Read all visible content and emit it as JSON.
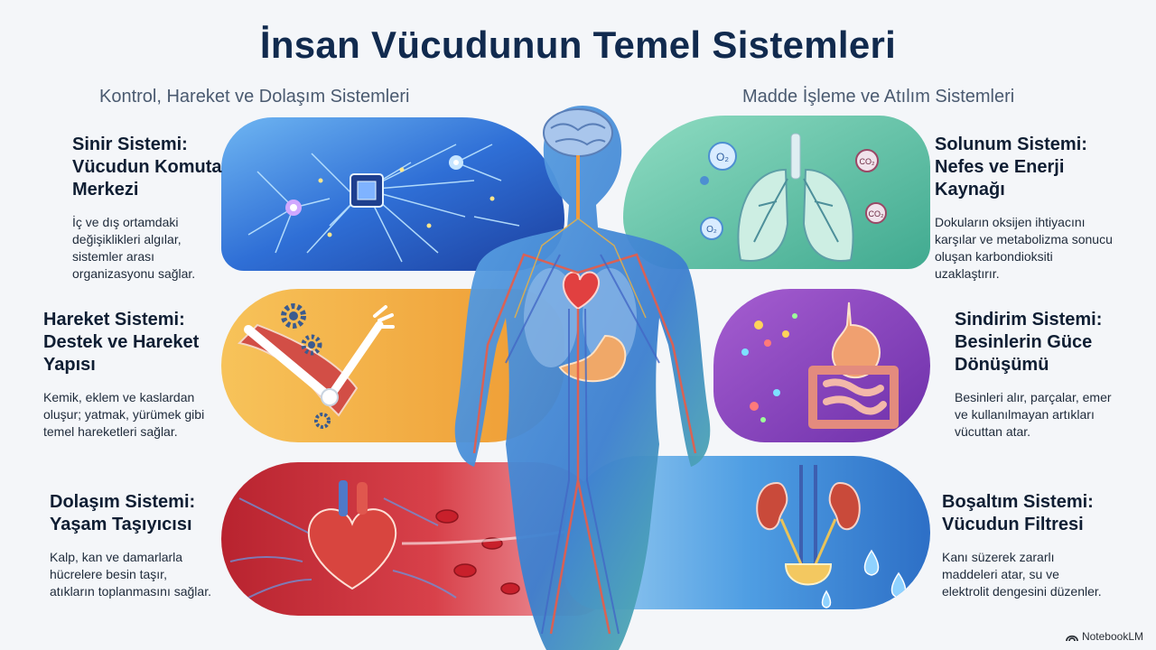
{
  "title": "İnsan Vücudunun Temel Sistemleri",
  "left_heading": "Kontrol, Hareket ve Dolaşım Sistemleri",
  "right_heading": "Madde İşleme ve Atılım Sistemleri",
  "systems": {
    "nerve": {
      "title_line1": "Sinir Sistemi:",
      "title_line2": "Vücudun Komuta",
      "title_line3": "Merkezi",
      "desc_line1": "İç ve dış ortamdaki",
      "desc_line2": "değişiklikleri algılar,",
      "desc_line3": "sistemler arası",
      "desc_line4": "organizasyonu sağlar."
    },
    "movement": {
      "title_line1": "Hareket Sistemi:",
      "title_line2": "Destek ve Hareket",
      "title_line3": "Yapısı",
      "desc_line1": "Kemik, eklem ve kaslardan",
      "desc_line2": "oluşur; yatmak, yürümek gibi",
      "desc_line3": "temel hareketleri sağlar."
    },
    "circulation": {
      "title_line1": "Dolaşım Sistemi:",
      "title_line2": "Yaşam Taşıyıcısı",
      "desc_line1": "Kalp, kan ve damarlarla",
      "desc_line2": "hücrelere besin taşır,",
      "desc_line3": "atıkların toplanmasını sağlar."
    },
    "respiration": {
      "title_line1": "Solunum Sistemi:",
      "title_line2": "Nefes ve Enerji",
      "title_line3": "Kaynağı",
      "desc_line1": "Dokuların oksijen ihtiyacını",
      "desc_line2": "karşılar ve metabolizma sonucu",
      "desc_line3": "oluşan karbondioksiti",
      "desc_line4": "uzaklaştırır."
    },
    "digestion": {
      "title_line1": "Sindirim Sistemi:",
      "title_line2": "Besinlerin Güce",
      "title_line3": "Dönüşümü",
      "desc_line1": "Besinleri alır, parçalar, emer",
      "desc_line2": "ve kullanılmayan artıkları",
      "desc_line3": "vücuttan atar."
    },
    "excretion": {
      "title_line1": "Boşaltım Sistemi:",
      "title_line2": "Vücudun Filtresi",
      "desc_line1": "Kanı süzerek zararlı",
      "desc_line2": "maddeleri atar, su ve",
      "desc_line3": "elektrolit dengesini düzenler."
    }
  },
  "molecules": {
    "o2": "O₂",
    "co2": "CO₂"
  },
  "logo_text": "NotebookLM",
  "icons": [
    "brain-icon",
    "chip-icon",
    "neuron-icon",
    "gear-icon",
    "arm-bone-icon",
    "heart-icon",
    "blood-cell-icon",
    "lungs-icon",
    "molecule-icon",
    "stomach-icon",
    "intestine-icon",
    "kidney-icon",
    "bladder-icon",
    "water-drop-icon",
    "notebooklm-logo-icon"
  ],
  "colors": {
    "nerve_panel": "#2f6fd6",
    "movement_panel": "#f0a53a",
    "circulation_panel": "#c9343f",
    "respiration_panel": "#4fc0a6",
    "digestion_panel": "#8a3fc0",
    "excretion_panel": "#3a86d8",
    "title": "#112a4e"
  }
}
